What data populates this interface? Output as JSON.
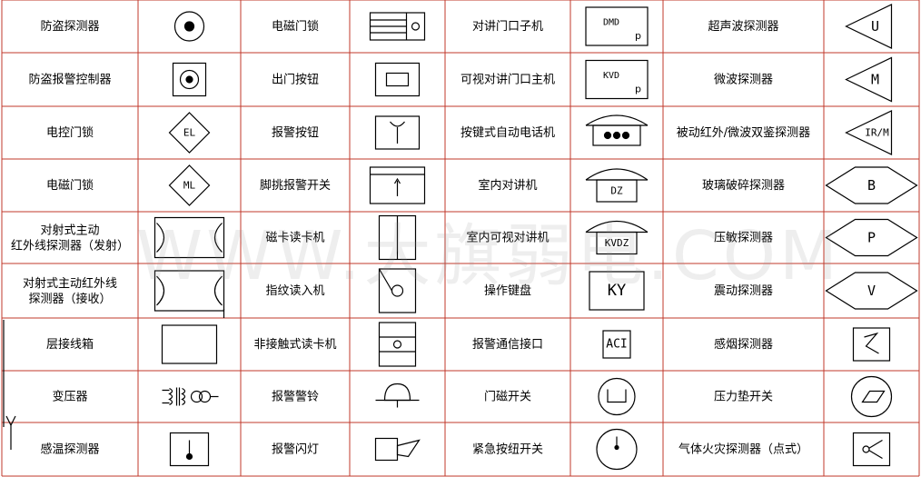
{
  "watermark": "WWW.大旗弱电.COM",
  "colors": {
    "grid": "#c0392b",
    "ink": "#000000"
  },
  "columns": [
    [
      {
        "label": "防盗探测器",
        "icon": "bullseye-circle-icon"
      },
      {
        "label": "防盗报警控制器",
        "icon": "square-dot-icon"
      },
      {
        "label": "电控门锁",
        "icon": "diamond-el-icon",
        "code": "EL"
      },
      {
        "label": "电磁门锁",
        "icon": "diamond-ml-icon",
        "code": "ML"
      },
      {
        "label": "对射式主动\n红外线探测器（发射）",
        "icon": "ir-transmitter-icon"
      },
      {
        "label": "对射式主动红外线\n探测器（接收）",
        "icon": "ir-receiver-icon"
      },
      {
        "label": "层接线箱",
        "icon": "plain-box-icon"
      },
      {
        "label": "变压器",
        "icon": "transformer-icon"
      },
      {
        "label": "感温探测器",
        "icon": "thermal-box-icon"
      }
    ],
    [
      {
        "label": "电磁门锁",
        "icon": "lines-circle-lock-icon"
      },
      {
        "label": "出门按钮",
        "icon": "exit-button-icon"
      },
      {
        "label": "报警按钮",
        "icon": "alarm-button-icon"
      },
      {
        "label": "脚挑报警开关",
        "icon": "foot-switch-icon"
      },
      {
        "label": "磁卡读卡机",
        "icon": "card-reader-icon"
      },
      {
        "label": "指纹读入机",
        "icon": "fingerprint-reader-icon"
      },
      {
        "label": "非接触式读卡机",
        "icon": "contactless-reader-icon"
      },
      {
        "label": "报警警铃",
        "icon": "alarm-bell-icon"
      },
      {
        "label": "报警闪灯",
        "icon": "flash-light-icon"
      }
    ],
    [
      {
        "label": "对讲门口子机",
        "icon": "dmd-box-icon",
        "code": "DMD"
      },
      {
        "label": "可视对讲门口主机",
        "icon": "kvd-box-icon",
        "code": "KVD"
      },
      {
        "label": "按键式自动电话机",
        "icon": "keypad-phone-icon"
      },
      {
        "label": "室内对讲机",
        "icon": "dz-phone-icon",
        "code": "DZ"
      },
      {
        "label": "室内可视对讲机",
        "icon": "kvdz-phone-icon",
        "code": "KVDZ"
      },
      {
        "label": "操作键盘",
        "icon": "ky-box-icon",
        "code": "KY"
      },
      {
        "label": "报警通信接口",
        "icon": "aci-box-icon",
        "code": "ACI"
      },
      {
        "label": "门磁开关",
        "icon": "door-contact-icon"
      },
      {
        "label": "紧急按纽开关",
        "icon": "emergency-knob-icon"
      }
    ],
    [
      {
        "label": "超声波探测器",
        "icon": "triangle-u-icon",
        "code": "U"
      },
      {
        "label": "微波探测器",
        "icon": "triangle-m-icon",
        "code": "M"
      },
      {
        "label": "被动红外/微波双鉴探测器",
        "icon": "triangle-irm-icon",
        "code": "IR/M"
      },
      {
        "label": "玻璃破碎探测器",
        "icon": "hexagon-b-icon",
        "code": "B"
      },
      {
        "label": "压敏探测器",
        "icon": "hexagon-p-icon",
        "code": "P"
      },
      {
        "label": "震动探测器",
        "icon": "hexagon-v-icon",
        "code": "V"
      },
      {
        "label": "感烟探测器",
        "icon": "smoke-box-icon"
      },
      {
        "label": "压力垫开关",
        "icon": "pressure-mat-icon"
      },
      {
        "label": "气体火灾探测器（点式）",
        "icon": "gas-detector-icon"
      }
    ]
  ]
}
